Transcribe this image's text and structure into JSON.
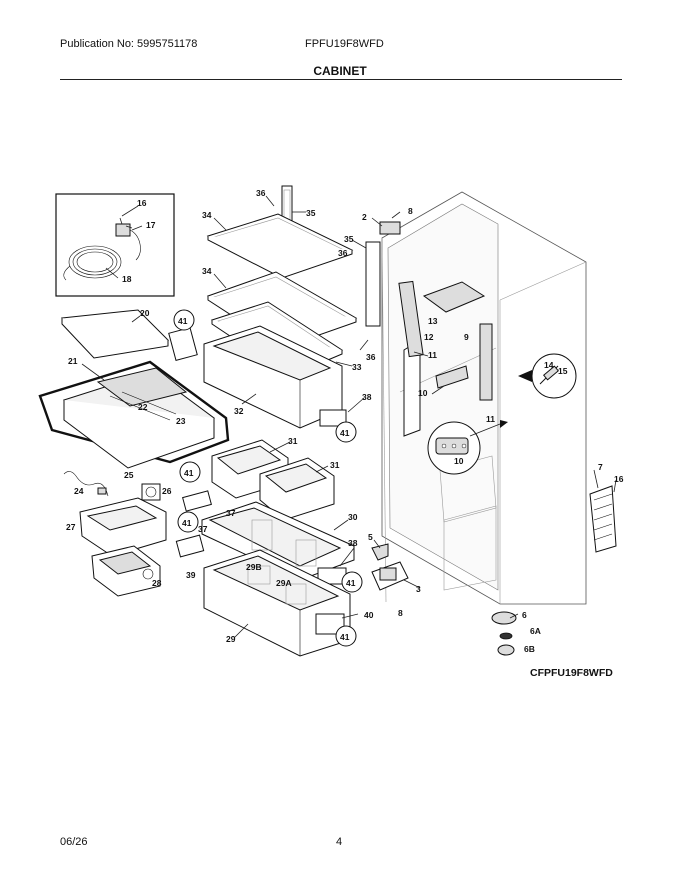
{
  "header": {
    "publication": "Publication No: 5995751178",
    "model": "FPFU19F8WFD",
    "section": "CABINET"
  },
  "diagram": {
    "code": "CFPFU19F8WFD",
    "callouts": [
      "16",
      "17",
      "18",
      "20",
      "21",
      "22",
      "23",
      "24",
      "25",
      "26",
      "27",
      "28",
      "34",
      "34",
      "36",
      "35",
      "41",
      "32",
      "33",
      "36",
      "38",
      "41",
      "31",
      "31",
      "41",
      "37",
      "30",
      "41",
      "37",
      "38",
      "39",
      "29B",
      "29A",
      "29",
      "41",
      "40",
      "41",
      "2",
      "8",
      "35",
      "36",
      "13",
      "12",
      "9",
      "11",
      "11",
      "10",
      "10",
      "14",
      "15",
      "5",
      "3",
      "8",
      "6",
      "6A",
      "6B",
      "7",
      "16"
    ]
  },
  "footer": {
    "date": "06/26",
    "page": "4"
  }
}
